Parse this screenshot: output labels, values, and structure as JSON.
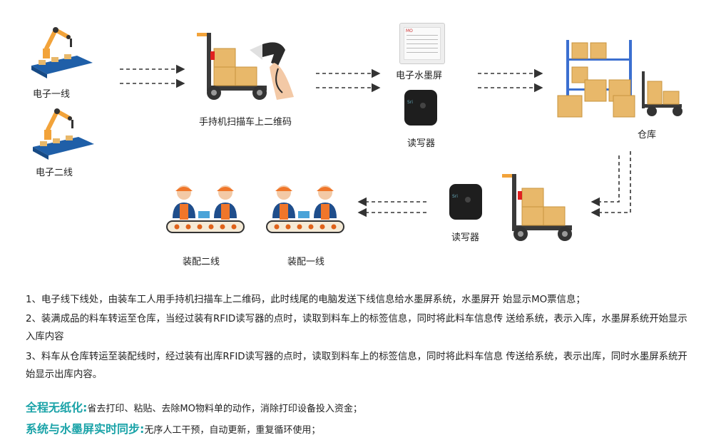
{
  "nodes": {
    "line1": "电子一线",
    "line2": "电子二线",
    "scan": "手持机扫描车上二维码",
    "eink": "电子水墨屏",
    "reader_top": "读写器",
    "warehouse": "仓库",
    "reader_bottom": "读写器",
    "assembly2": "装配二线",
    "assembly1": "装配一线"
  },
  "eink_screen_title": "MO",
  "reader_brand": "Sri",
  "description": [
    "1、电子线下线处，由装车工人用手持机扫描车上二维码，此时线尾的电脑发送下线信息给水墨屏系统，水墨屏开 始显示MO票信息；",
    "2、装满成品的料车转运至仓库，当经过装有RFID读写器的点时，读取到料车上的标签信息，同时将此料车信息传 送给系统，表示入库，水墨屏系统开始显示入库内容",
    "3、料车从仓库转运至装配线时，经过装有出库RFID读写器的点时，读取到料车上的标签信息，同时将此料车信息 传送给系统，表示出库，同时水墨屏系统开始显示出库内容。"
  ],
  "summary": [
    {
      "highlight": "全程无纸化:",
      "text": "省去打印、粘贴、去除MO物料单的动作，消除打印设备投入资金；"
    },
    {
      "highlight": "系统与水墨屏实时同步:",
      "text": "无序人工干预，自动更新，重复循环使用；"
    }
  ],
  "colors": {
    "accent": "#1aa3a8",
    "box": "#e8b86a",
    "robot": "#f2a33a",
    "cart": "#3a3a3a"
  }
}
